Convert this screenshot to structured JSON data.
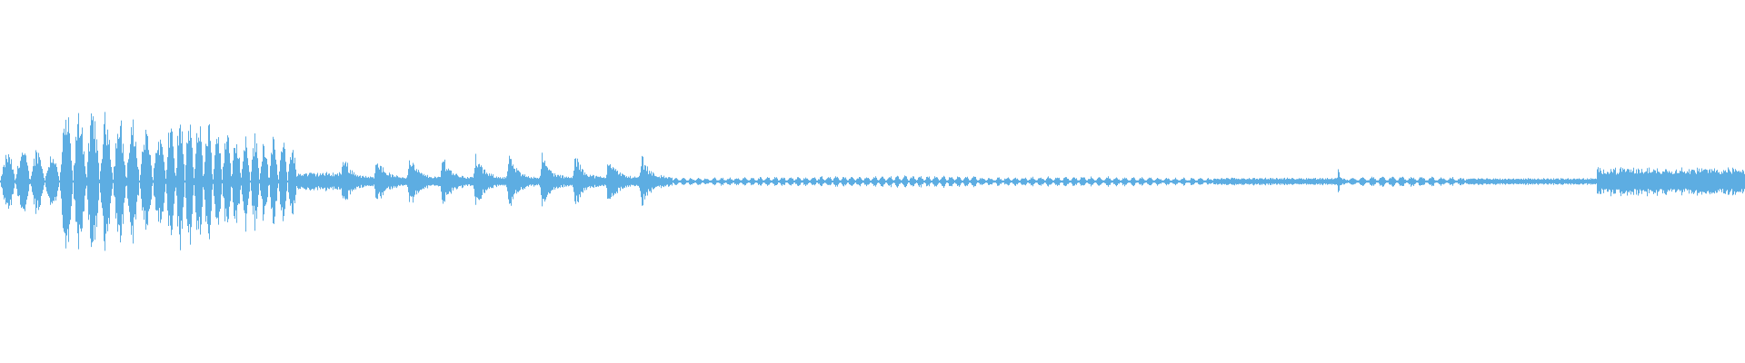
{
  "waveform": {
    "color": "#5dade2",
    "background": "#ffffff",
    "segments": [
      {
        "type": "pulses",
        "start": 0.0,
        "end": 0.034,
        "amp": 0.19,
        "count": 4
      },
      {
        "type": "pulses",
        "start": 0.034,
        "end": 0.095,
        "amp": 0.4,
        "count": 8,
        "peak_at": 0.25
      },
      {
        "type": "pulses",
        "start": 0.095,
        "end": 0.17,
        "amp": 0.36,
        "count": 14,
        "peak_at": 0.08
      },
      {
        "type": "noise",
        "start": 0.17,
        "end": 0.195,
        "amp": 0.05
      },
      {
        "type": "bursts",
        "start": 0.195,
        "end": 0.385,
        "amp": 0.16,
        "count": 10
      },
      {
        "type": "pulses",
        "start": 0.385,
        "end": 0.56,
        "amp": 0.035,
        "count": 40,
        "peak_at": 0.9
      },
      {
        "type": "pulses",
        "start": 0.56,
        "end": 0.695,
        "amp": 0.028,
        "count": 28,
        "peak_at": 0.4
      },
      {
        "type": "noise",
        "start": 0.695,
        "end": 0.766,
        "amp": 0.02
      },
      {
        "type": "bursts",
        "start": 0.766,
        "end": 0.772,
        "amp": 0.08,
        "count": 1
      },
      {
        "type": "pulses",
        "start": 0.772,
        "end": 0.84,
        "amp": 0.03,
        "count": 12,
        "peak_at": 0.5
      },
      {
        "type": "noise",
        "start": 0.84,
        "end": 0.915,
        "amp": 0.018
      },
      {
        "type": "noise",
        "start": 0.915,
        "end": 1.0,
        "amp": 0.075
      }
    ]
  }
}
